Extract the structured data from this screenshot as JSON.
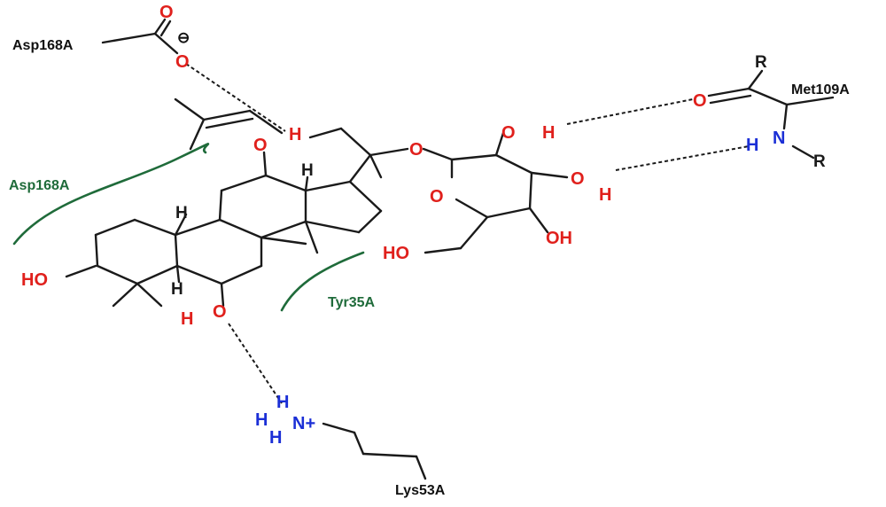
{
  "residues": {
    "asp168_top": "Asp168A",
    "asp168_green": "Asp168A",
    "tyr35": "Tyr35A",
    "met109": "Met109A",
    "lys53": "Lys53A"
  },
  "atoms": {
    "o": "O",
    "h": "H",
    "n": "N",
    "r": "R",
    "ho": "HO",
    "oh": "OH",
    "nplus": "N+",
    "minus": "⊖"
  },
  "colors": {
    "oxygen": "#e0201c",
    "nitrogen": "#1b2fd6",
    "hydrophobic": "#1f6b3a",
    "bond": "#1a1a1a"
  }
}
